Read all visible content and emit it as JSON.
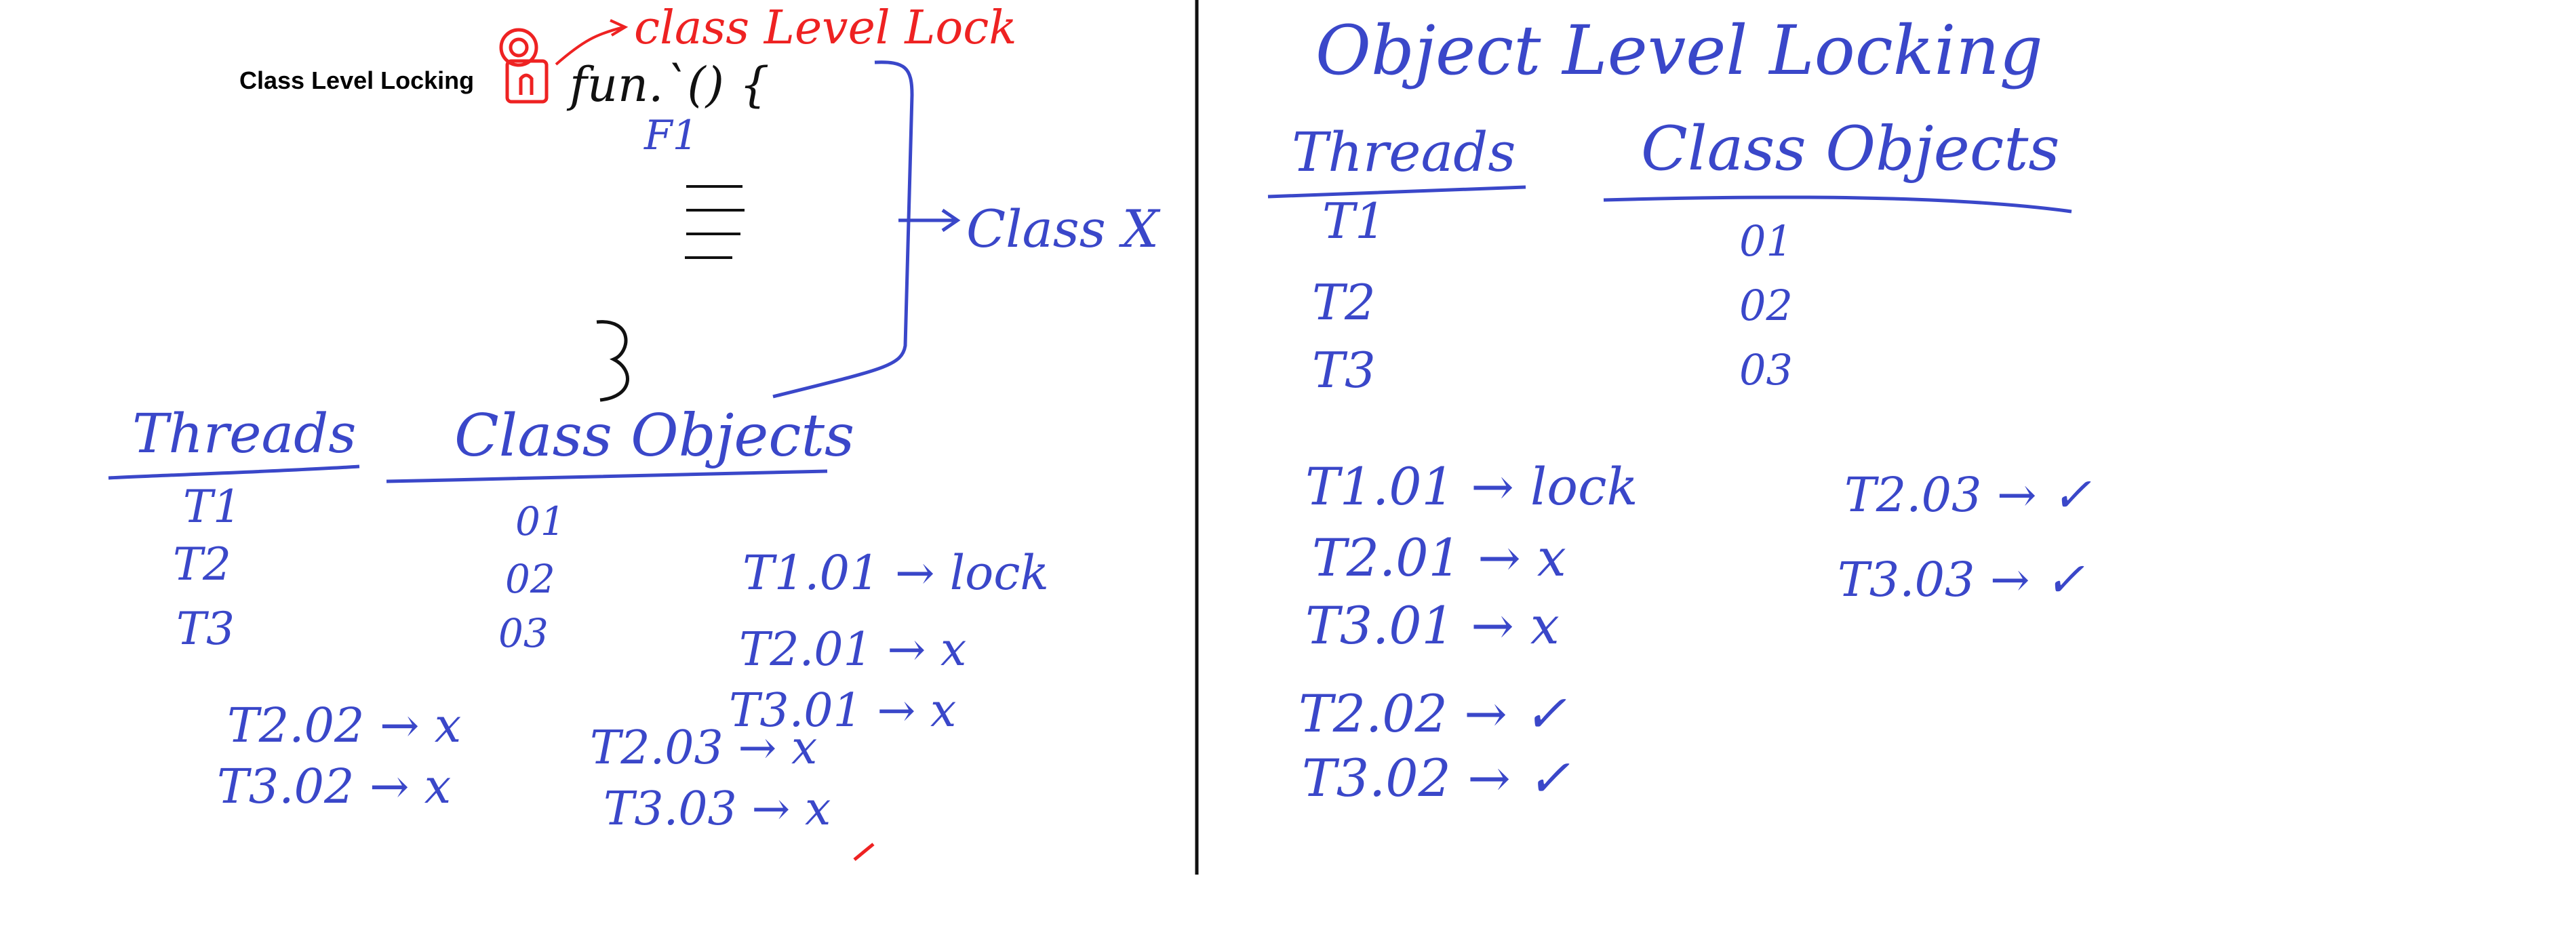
{
  "typed_title": "Class Level Locking",
  "left": {
    "lock_label": "class Level Lock",
    "function_signature": "fun.`() {",
    "function_name": "F1",
    "class_label": "Class X",
    "headers": {
      "threads": "Threads",
      "objects": "Class Objects"
    },
    "threads": [
      "T1",
      "T2",
      "T3"
    ],
    "objects": [
      "01",
      "02",
      "03"
    ],
    "cases_right": [
      {
        "call": "T1.01",
        "result": "lock"
      },
      {
        "call": "T2.01",
        "result": "x"
      },
      {
        "call": "T3.01",
        "result": "x"
      }
    ],
    "cases_bottom_left": [
      {
        "call": "T2.02",
        "result": "x"
      },
      {
        "call": "T3.02",
        "result": "x"
      }
    ],
    "cases_bottom_mid": [
      {
        "call": "T2.03",
        "result": "x"
      },
      {
        "call": "T3.03",
        "result": "x"
      }
    ]
  },
  "right": {
    "title": "Object Level Locking",
    "headers": {
      "threads": "Threads",
      "objects": "Class Objects"
    },
    "threads": [
      "T1",
      "T2",
      "T3"
    ],
    "objects": [
      "01",
      "02",
      "03"
    ],
    "cases_left": [
      {
        "call": "T1.01",
        "result": "lock"
      },
      {
        "call": "T2.01",
        "result": "x"
      },
      {
        "call": "T3.01",
        "result": "x"
      },
      {
        "call": "T2.02",
        "result": "✓"
      },
      {
        "call": "T3.02",
        "result": "✓"
      }
    ],
    "cases_right": [
      {
        "call": "T2.03",
        "result": "✓"
      },
      {
        "call": "T3.03",
        "result": "✓"
      }
    ]
  },
  "colors": {
    "ink_blue": "#3a47c9",
    "ink_red": "#ee2222",
    "ink_black": "#111111",
    "background": "#ffffff"
  }
}
